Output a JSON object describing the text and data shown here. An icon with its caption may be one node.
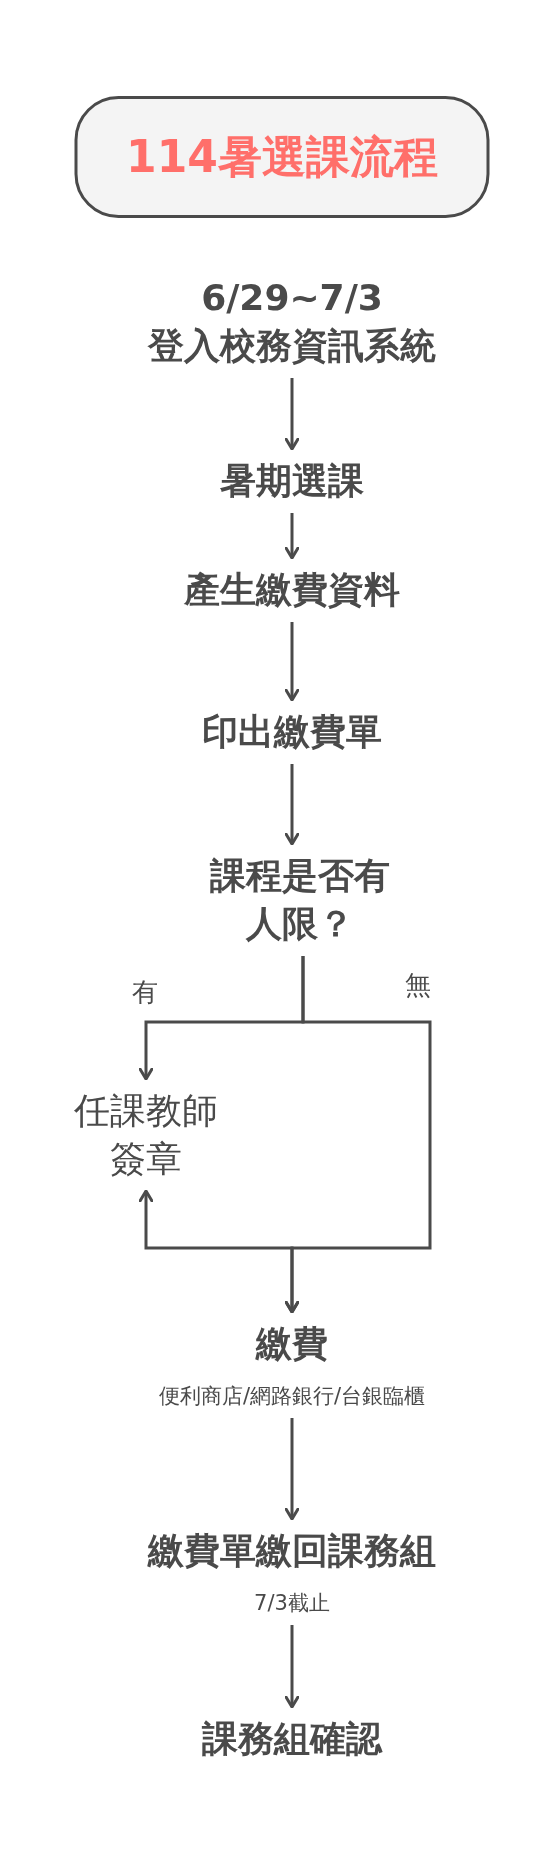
{
  "diagram": {
    "nodes": [
      {
        "text": [
          "114暑選課流程"
        ]
      },
      {
        "text": [
          "6/29~7/3",
          "登入校務資訊系統"
        ]
      },
      {
        "text": [
          "暑期選課"
        ]
      },
      {
        "text": [
          "產生繳費資料"
        ]
      },
      {
        "text": [
          "印出繳費單"
        ]
      },
      {
        "text": [
          "課程是否有人限？"
        ]
      },
      {
        "text": [
          "任課教師簽章"
        ]
      },
      {
        "text": [
          "繳費"
        ],
        "beside": [
          "便利商店/網路銀行/台銀臨櫃"
        ]
      },
      {
        "text": [
          "繳費單繳回課務組"
        ],
        "beside": [
          "7/3截止"
        ]
      },
      {
        "text": [
          "課務組確認"
        ]
      }
    ],
    "edges": [
      {
        "from": 1,
        "to": 2,
        "arrow": "to"
      },
      {
        "from": 2,
        "to": 3,
        "arrow": "to"
      },
      {
        "from": 3,
        "to": 4,
        "arrow": "to"
      },
      {
        "from": 4,
        "to": 5,
        "arrow": "to"
      },
      {
        "from": 5,
        "to": 6,
        "arrow": "to",
        "label": "有"
      },
      {
        "from": 5,
        "to": 7,
        "arrow": "to",
        "label": "無"
      },
      {
        "from": 6,
        "to": 7,
        "arrow": "both"
      },
      {
        "from": 7,
        "to": 8,
        "arrow": "to"
      },
      {
        "from": 8,
        "to": 9,
        "arrow": "to"
      }
    ]
  }
}
